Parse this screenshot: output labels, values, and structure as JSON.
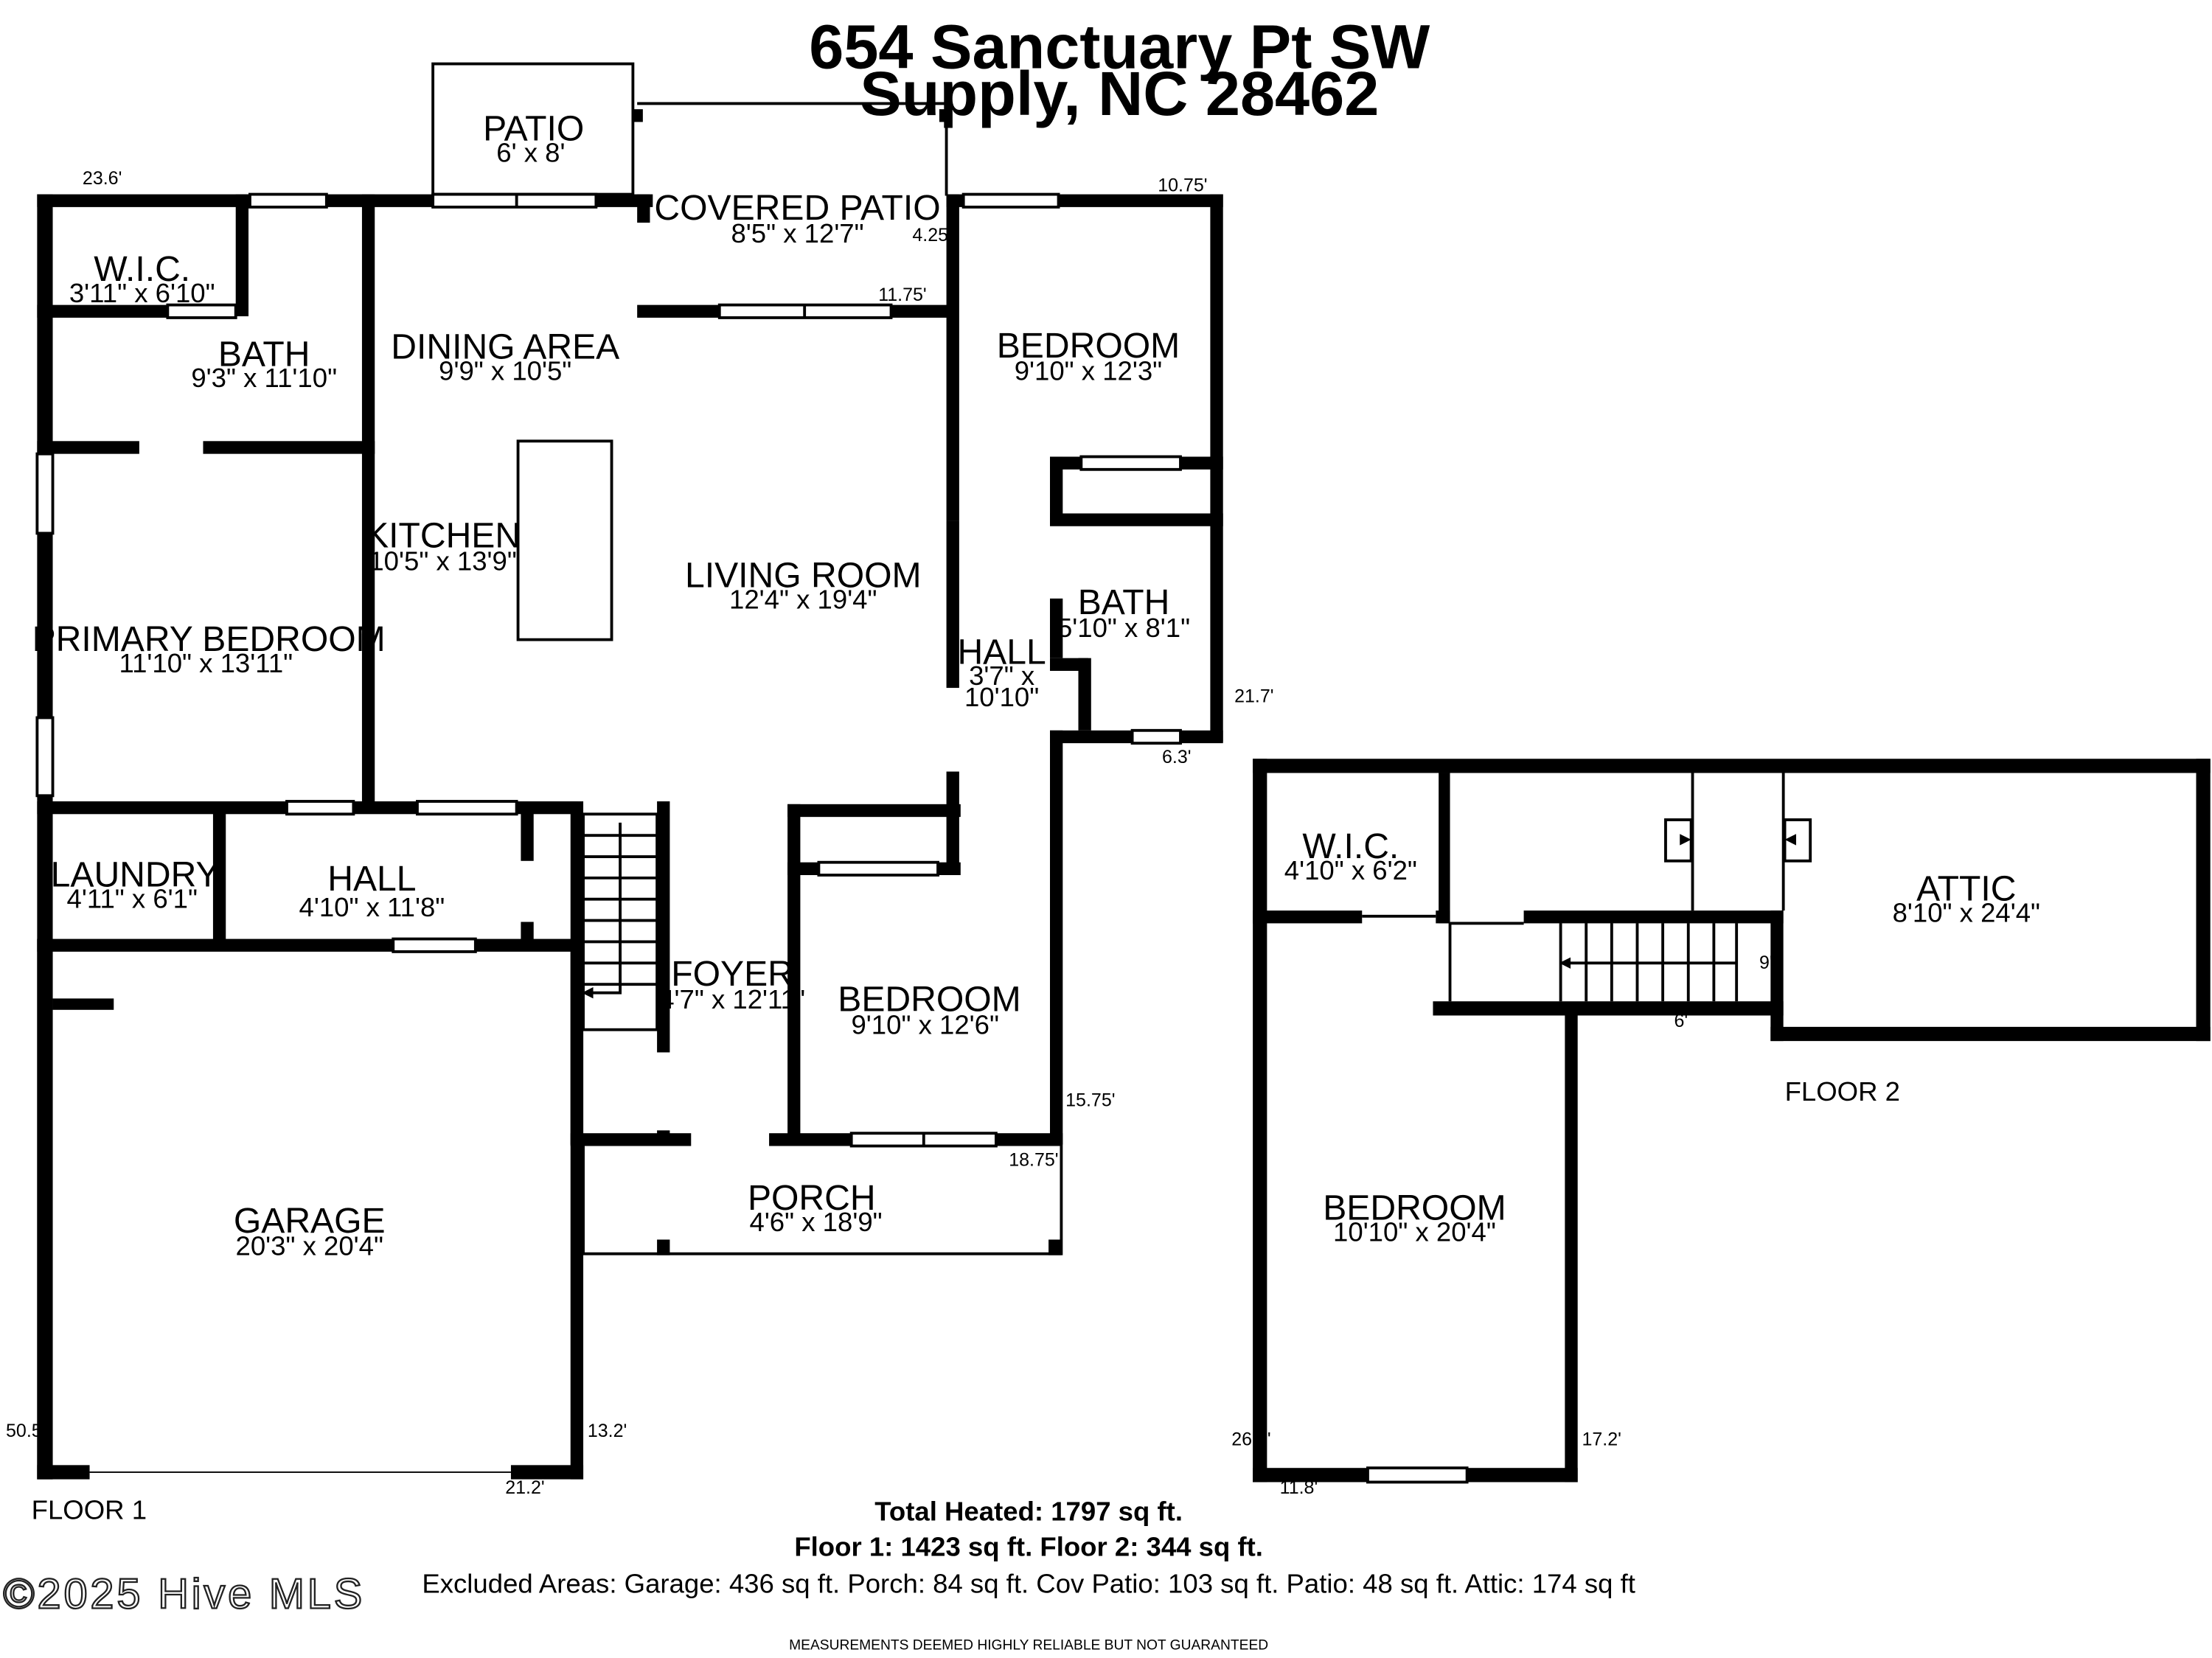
{
  "header": {
    "address_line1": "654 Sanctuary Pt SW",
    "address_line2": "Supply, NC 28462"
  },
  "floor1": {
    "label": "FLOOR 1",
    "rooms": {
      "patio": {
        "name": "PATIO",
        "dims": "6' x 8'"
      },
      "covered_patio": {
        "name": "COVERED PATIO",
        "dims": "8'5\" x 12'7\""
      },
      "wic": {
        "name": "W.I.C.",
        "dims": "3'11\" x 6'10\""
      },
      "bath_primary": {
        "name": "BATH",
        "dims": "9'3\" x 11'10\""
      },
      "dining": {
        "name": "DINING AREA",
        "dims": "9'9\" x 10'5\""
      },
      "bedroom_ne": {
        "name": "BEDROOM",
        "dims": "9'10\" x 12'3\""
      },
      "kitchen": {
        "name": "KITCHEN",
        "dims": "10'5\" x 13'9\""
      },
      "living": {
        "name": "LIVING ROOM",
        "dims": "12'4\" x 19'4\""
      },
      "bath_e": {
        "name": "BATH",
        "dims": "5'10\" x 8'1\""
      },
      "primary": {
        "name": "PRIMARY BEDROOM",
        "dims": "11'10\" x 13'11\""
      },
      "hall_e": {
        "name": "HALL",
        "dims_1": "3'7\" x",
        "dims_2": "10'10\""
      },
      "laundry": {
        "name": "LAUNDRY",
        "dims": "4'11\" x 6'1\""
      },
      "hall_w": {
        "name": "HALL",
        "dims": "4'10\" x 11'8\""
      },
      "foyer": {
        "name": "FOYER",
        "dims": "4'7\" x 12'11\""
      },
      "bedroom_se": {
        "name": "BEDROOM",
        "dims": "9'10\" x 12'6\""
      },
      "porch": {
        "name": "PORCH",
        "dims": "4'6\" x 18'9\""
      },
      "garage": {
        "name": "GARAGE",
        "dims": "20'3\" x 20'4\""
      }
    },
    "edges": {
      "e1": "23.6'",
      "e2": "10.75'",
      "e3": "4.25'",
      "e4": "11.75'",
      "e5": "21.7'",
      "e6": "6.3'",
      "e7": "15.75'",
      "e8": "18.75'",
      "e9": "50.5'",
      "e10": "13.2'",
      "e11": "21.2'"
    }
  },
  "floor2": {
    "label": "FLOOR 2",
    "rooms": {
      "wic": {
        "name": "W.I.C.",
        "dims": "4'10\" x 6'2\""
      },
      "attic": {
        "name": "ATTIC",
        "dims": "8'10\" x 24'4\""
      },
      "bedroom": {
        "name": "BEDROOM",
        "dims": "10'10\" x 20'4\""
      }
    },
    "edges": {
      "e1": "9'",
      "e2": "6'",
      "e3": "26.6'",
      "e4": "17.2'",
      "e5": "11.8'"
    }
  },
  "totals": {
    "heated": "Total Heated: 1797 sq ft.",
    "floors": "Floor 1: 1423 sq ft. Floor 2: 344 sq ft.",
    "excluded": "Excluded Areas: Garage: 436 sq ft. Porch: 84 sq ft. Cov Patio: 103 sq ft. Patio: 48 sq ft. Attic: 174 sq ft"
  },
  "disclaimer": "MEASUREMENTS DEEMED HIGHLY RELIABLE BUT NOT GUARANTEED",
  "copyright": "©2025 Hive MLS"
}
